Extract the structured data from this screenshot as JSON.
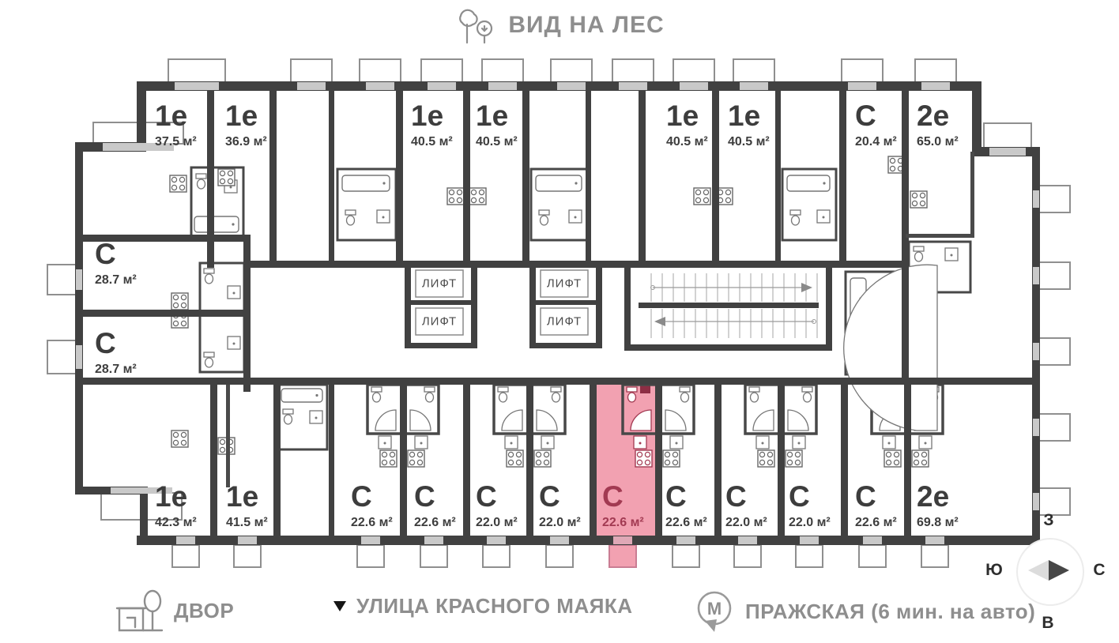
{
  "header": {
    "title": "ВИД НА ЛЕС"
  },
  "plan": {
    "lift_label": "ЛИФТ",
    "units": [
      {
        "type": "1е",
        "area": "37.5 м²"
      },
      {
        "type": "1е",
        "area": "36.9 м²"
      },
      {
        "type": "1е",
        "area": "40.5 м²"
      },
      {
        "type": "1е",
        "area": "40.5 м²"
      },
      {
        "type": "1е",
        "area": "40.5 м²"
      },
      {
        "type": "1е",
        "area": "40.5 м²"
      },
      {
        "type": "С",
        "area": "20.4 м²"
      },
      {
        "type": "2е",
        "area": "65.0 м²"
      },
      {
        "type": "С",
        "area": "28.7 м²"
      },
      {
        "type": "С",
        "area": "28.7 м²"
      },
      {
        "type": "1е",
        "area": "42.3 м²"
      },
      {
        "type": "1е",
        "area": "41.5 м²"
      },
      {
        "type": "С",
        "area": "22.6 м²"
      },
      {
        "type": "С",
        "area": "22.6 м²"
      },
      {
        "type": "С",
        "area": "22.0 м²"
      },
      {
        "type": "С",
        "area": "22.0 м²"
      },
      {
        "type": "С",
        "area": "22.6 м²",
        "highlighted": true
      },
      {
        "type": "С",
        "area": "22.6 м²"
      },
      {
        "type": "С",
        "area": "22.0 м²"
      },
      {
        "type": "С",
        "area": "22.0 м²"
      },
      {
        "type": "С",
        "area": "22.6 м²"
      },
      {
        "type": "2е",
        "area": "69.8 м²"
      }
    ]
  },
  "legend": {
    "yard_label": "ДВОР",
    "street_label": "УЛИЦА КРАСНОГО МАЯКА",
    "metro_label": "ПРАЖСКАЯ (6 мин. на авто)",
    "metro_letter": "М"
  },
  "compass": {
    "west": "З",
    "south": "Ю",
    "north": "С",
    "east": "В"
  },
  "colors": {
    "highlight": "#f2a1b1",
    "highlight_text": "#a23a52",
    "wall": "#414141",
    "label_text": "#3d3d3d",
    "legend_text": "#8e8e8e"
  }
}
